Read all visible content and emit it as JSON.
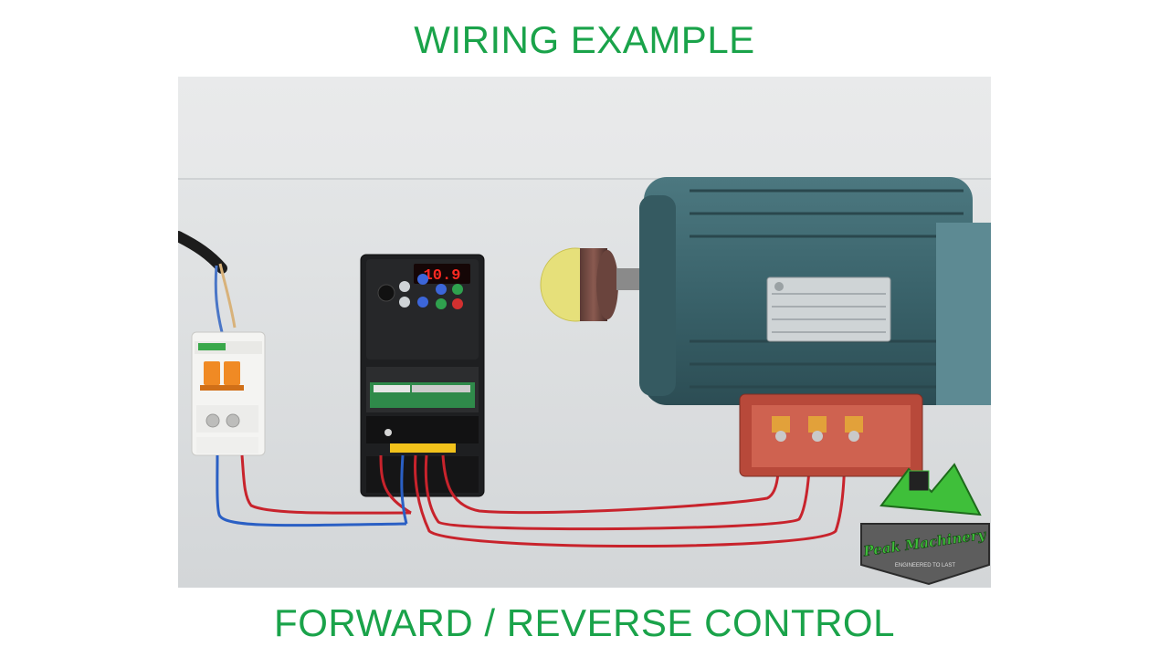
{
  "title_top": "WIRING EXAMPLE",
  "title_bottom": "FORWARD / REVERSE CONTROL",
  "vfd": {
    "display_value": "10.9"
  },
  "logo": {
    "brand": "Peak Machinery",
    "tagline": "ENGINEERED TO LAST"
  },
  "colors": {
    "heading_green": "#1aa34a",
    "wire_red": "#c8232c",
    "wire_blue": "#2a5fc4",
    "motor_teal": "#3f6a72",
    "logo_green": "#3fbf3a"
  }
}
